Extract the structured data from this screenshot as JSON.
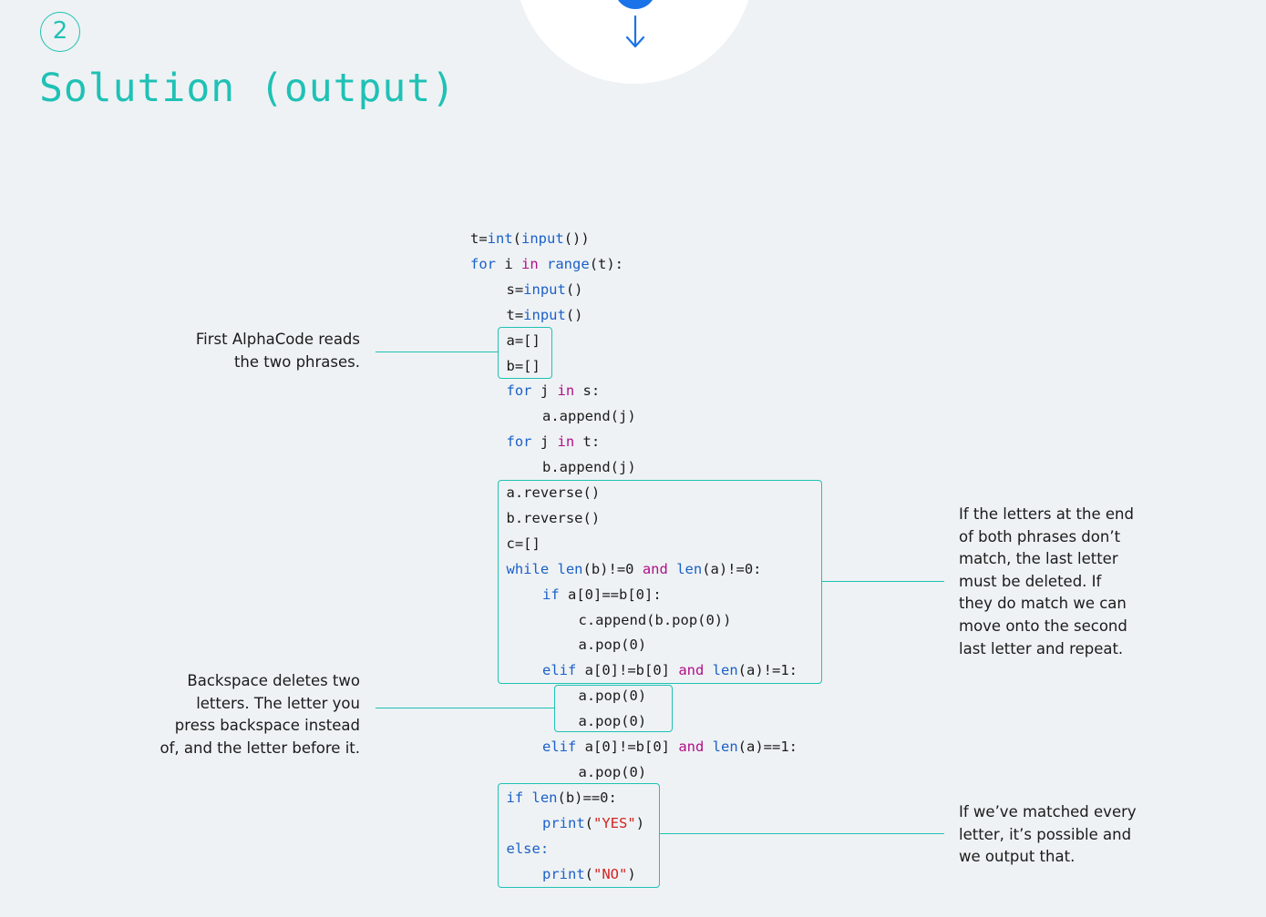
{
  "step": {
    "number": "2"
  },
  "heading": {
    "title": "Solution (output)"
  },
  "code_lines": [
    {
      "indent": 0,
      "tokens": [
        {
          "t": "t="
        },
        {
          "t": "int",
          "c": "fn"
        },
        {
          "t": "("
        },
        {
          "t": "input",
          "c": "fn"
        },
        {
          "t": "())"
        }
      ]
    },
    {
      "indent": 0,
      "tokens": [
        {
          "t": "for",
          "c": "kw"
        },
        {
          "t": " i "
        },
        {
          "t": "in",
          "c": "op"
        },
        {
          "t": " "
        },
        {
          "t": "range",
          "c": "fn"
        },
        {
          "t": "(t):"
        }
      ]
    },
    {
      "indent": 1,
      "tokens": [
        {
          "t": "s="
        },
        {
          "t": "input",
          "c": "fn"
        },
        {
          "t": "()"
        }
      ]
    },
    {
      "indent": 1,
      "tokens": [
        {
          "t": "t="
        },
        {
          "t": "input",
          "c": "fn"
        },
        {
          "t": "()"
        }
      ]
    },
    {
      "indent": 1,
      "tokens": [
        {
          "t": "a=[]"
        }
      ]
    },
    {
      "indent": 1,
      "tokens": [
        {
          "t": "b=[]"
        }
      ]
    },
    {
      "indent": 1,
      "tokens": [
        {
          "t": "for",
          "c": "kw"
        },
        {
          "t": " j "
        },
        {
          "t": "in",
          "c": "op"
        },
        {
          "t": " s:"
        }
      ]
    },
    {
      "indent": 2,
      "tokens": [
        {
          "t": "a.append(j)"
        }
      ]
    },
    {
      "indent": 1,
      "tokens": [
        {
          "t": "for",
          "c": "kw"
        },
        {
          "t": " j "
        },
        {
          "t": "in",
          "c": "op"
        },
        {
          "t": " t:"
        }
      ]
    },
    {
      "indent": 2,
      "tokens": [
        {
          "t": "b.append(j)"
        }
      ]
    },
    {
      "indent": 1,
      "tokens": [
        {
          "t": "a.reverse()"
        }
      ]
    },
    {
      "indent": 1,
      "tokens": [
        {
          "t": "b.reverse()"
        }
      ]
    },
    {
      "indent": 1,
      "tokens": [
        {
          "t": "c=[]"
        }
      ]
    },
    {
      "indent": 1,
      "tokens": [
        {
          "t": "while",
          "c": "kw"
        },
        {
          "t": " "
        },
        {
          "t": "len",
          "c": "fn"
        },
        {
          "t": "(b)!=0 "
        },
        {
          "t": "and",
          "c": "op"
        },
        {
          "t": " "
        },
        {
          "t": "len",
          "c": "fn"
        },
        {
          "t": "(a)!=0:"
        }
      ]
    },
    {
      "indent": 2,
      "tokens": [
        {
          "t": "if",
          "c": "kw"
        },
        {
          "t": " a[0]==b[0]:"
        }
      ]
    },
    {
      "indent": 3,
      "tokens": [
        {
          "t": "c.append(b.pop(0))"
        }
      ]
    },
    {
      "indent": 3,
      "tokens": [
        {
          "t": "a.pop(0)"
        }
      ]
    },
    {
      "indent": 2,
      "tokens": [
        {
          "t": "elif",
          "c": "kw"
        },
        {
          "t": " a[0]!=b[0] "
        },
        {
          "t": "and",
          "c": "op"
        },
        {
          "t": " "
        },
        {
          "t": "len",
          "c": "fn"
        },
        {
          "t": "(a)!=1:"
        }
      ]
    },
    {
      "indent": 3,
      "tokens": [
        {
          "t": "a.pop(0)"
        }
      ]
    },
    {
      "indent": 3,
      "tokens": [
        {
          "t": "a.pop(0)"
        }
      ]
    },
    {
      "indent": 2,
      "tokens": [
        {
          "t": "elif",
          "c": "kw"
        },
        {
          "t": " a[0]!=b[0] "
        },
        {
          "t": "and",
          "c": "op"
        },
        {
          "t": " "
        },
        {
          "t": "len",
          "c": "fn"
        },
        {
          "t": "(a)==1:"
        }
      ]
    },
    {
      "indent": 3,
      "tokens": [
        {
          "t": "a.pop(0)"
        }
      ]
    },
    {
      "indent": 1,
      "tokens": [
        {
          "t": "if",
          "c": "kw"
        },
        {
          "t": " "
        },
        {
          "t": "len",
          "c": "fn"
        },
        {
          "t": "(b)==0:"
        }
      ]
    },
    {
      "indent": 2,
      "tokens": [
        {
          "t": "print",
          "c": "fn"
        },
        {
          "t": "("
        },
        {
          "t": "\"YES\"",
          "c": "str"
        },
        {
          "t": ")"
        }
      ]
    },
    {
      "indent": 1,
      "tokens": [
        {
          "t": "else:",
          "c": "kw"
        }
      ]
    },
    {
      "indent": 2,
      "tokens": [
        {
          "t": "print",
          "c": "fn"
        },
        {
          "t": "("
        },
        {
          "t": "\"NO\"",
          "c": "str"
        },
        {
          "t": ")"
        }
      ]
    }
  ],
  "annotations": [
    {
      "lines": [
        "First AlphaCode reads",
        "the two phrases."
      ]
    },
    {
      "lines": [
        "Backspace deletes two",
        "letters. The letter you",
        "press backspace instead",
        "of, and the letter before it."
      ]
    },
    {
      "lines": [
        "If the letters at the end",
        "of both phrases don’t",
        "match, the last letter",
        "must be deleted. If",
        "they do match we can",
        "move onto the second",
        "last letter and repeat."
      ]
    },
    {
      "lines": [
        "If we’ve matched every",
        "letter, it’s possible and",
        "we output that."
      ]
    }
  ],
  "colors": {
    "accent": "#1fc1b5",
    "keyword": "#1b60c9",
    "operator": "#b0108a",
    "string": "#d32323",
    "text": "#1b1b1b",
    "background": "#eef2f4",
    "arrow": "#1a73e8"
  },
  "icons": {
    "flow_arrow": "arrow-down-icon"
  }
}
